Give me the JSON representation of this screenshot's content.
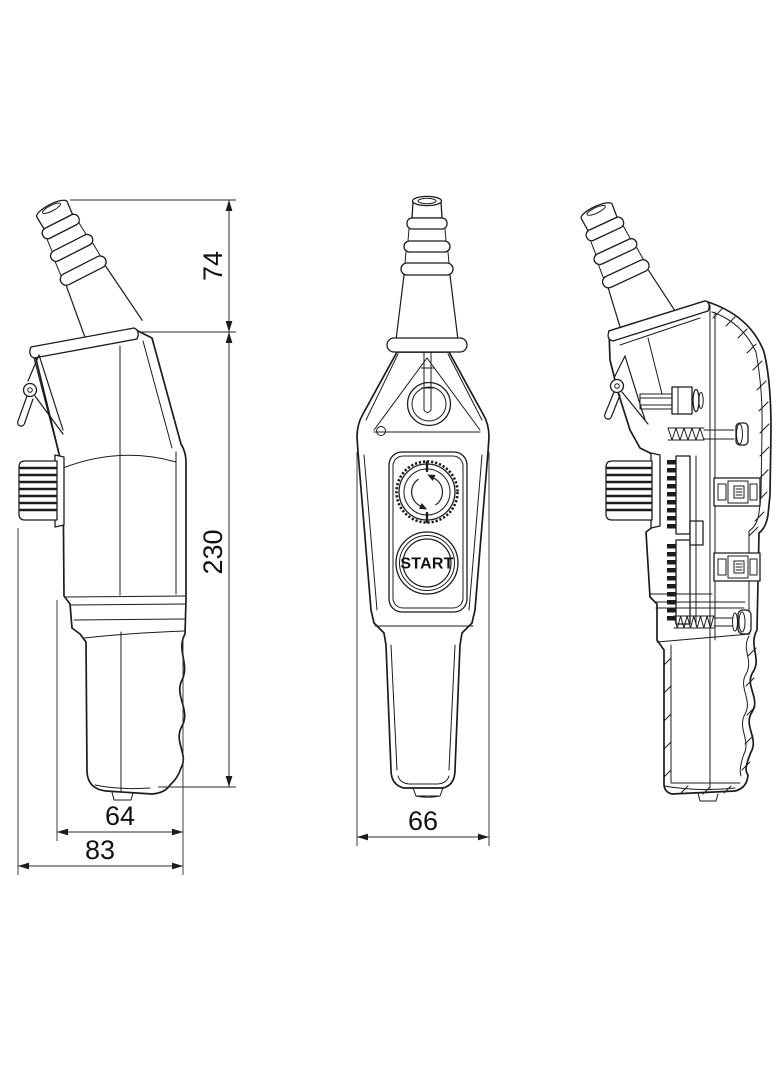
{
  "drawing": {
    "type": "technical-drawing",
    "subject": "Crane pendant control station shown in three orthographic views (side, front, sectional side)",
    "background_color": "#ffffff",
    "line_color": "#1c1c1c",
    "views": [
      {
        "id": "left-side-view",
        "description": "side profile with angled cable gland, hanging hook, mushroom knob and grip"
      },
      {
        "id": "front-view",
        "description": "front face with suspension eyelet, twist-release emergency stop and START button"
      },
      {
        "id": "section-view",
        "description": "sectional side view showing screws, contact blocks and hatched walls"
      }
    ],
    "dimensions": {
      "cable_gland_height": "74",
      "housing_height": "230",
      "body_depth": "64",
      "overall_depth_with_knob": "83",
      "housing_width": "66"
    },
    "labels": {
      "start_button": "START"
    }
  }
}
